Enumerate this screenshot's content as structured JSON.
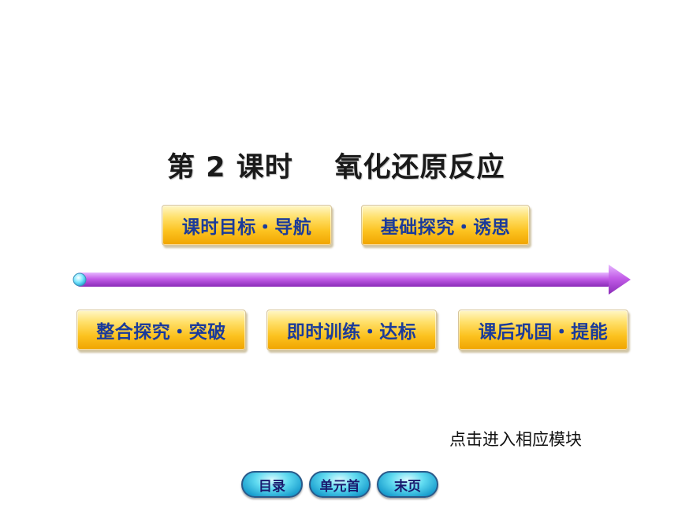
{
  "title": "第 2 课时    氧化还原反应",
  "modules": {
    "row1": [
      "课时目标・导航",
      "基础探究・诱思"
    ],
    "row2": [
      "整合探究・突破",
      "即时训练・达标",
      "课后巩固・提能"
    ]
  },
  "hint": "点击进入相应模块",
  "nav": {
    "contents": "目录",
    "unit_home": "单元首",
    "last_page": "末页"
  },
  "colors": {
    "button_gold": "#fcc21f",
    "button_text": "#1b3b9a",
    "arrow_purple": "#b84fe0",
    "nav_cyan": "#5fdaf0"
  }
}
